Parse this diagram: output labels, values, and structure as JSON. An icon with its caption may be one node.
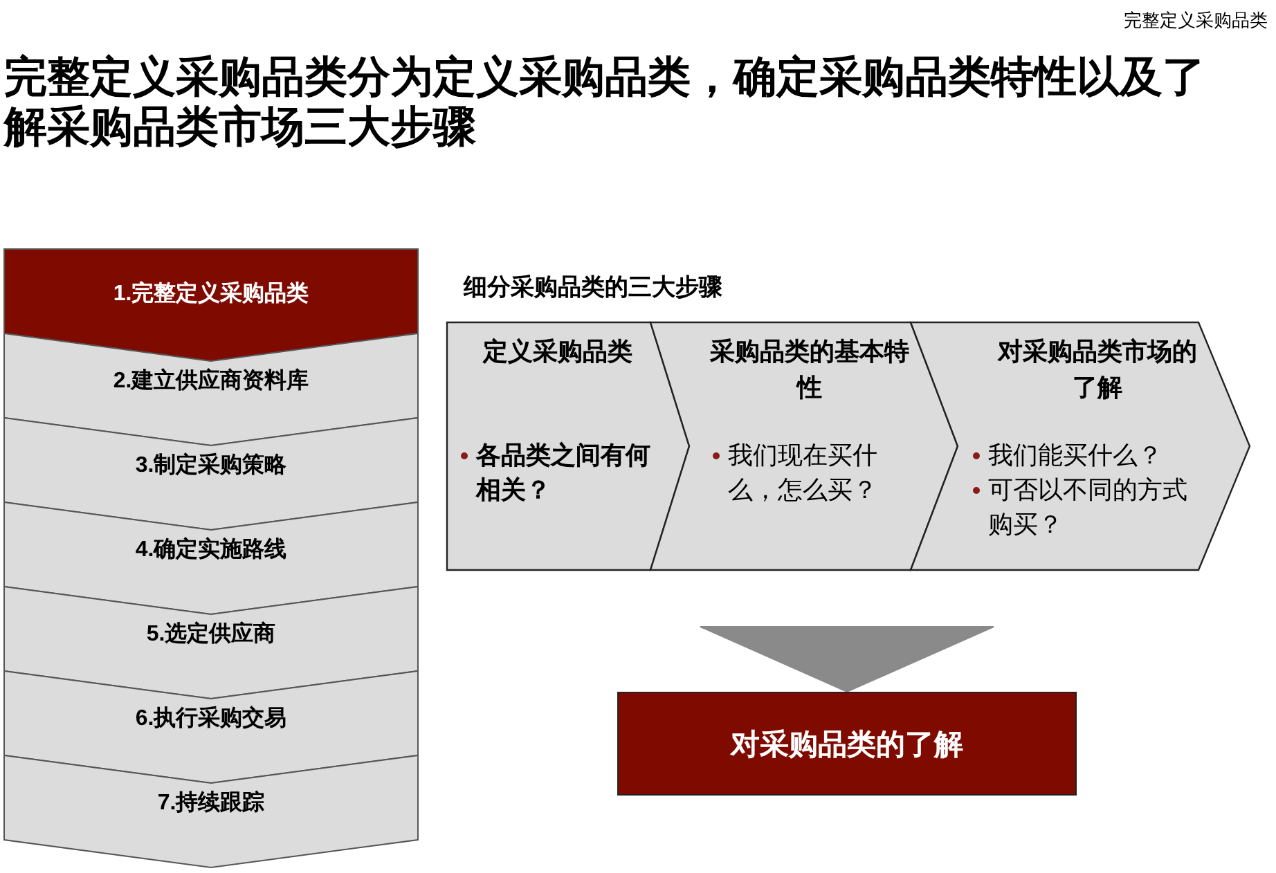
{
  "diagram": {
    "title": "完整定义采购品类分为定义采购品类，确定采购品类特性以及了解采购品类市场三大步骤",
    "nodes": [
      {
        "text": [
          "1.完整定义采购品类"
        ]
      },
      {
        "text": [
          "2.建立供应商资料库"
        ]
      },
      {
        "text": [
          "3.制定采购策略"
        ]
      },
      {
        "text": [
          "4.确定实施路线"
        ]
      },
      {
        "text": [
          "5.选定供应商"
        ]
      },
      {
        "text": [
          "6.执行采购交易"
        ]
      },
      {
        "text": [
          "7.持续跟踪"
        ]
      },
      {
        "text": [
          "定义采购品类",
          "各品类之间有何相关？"
        ]
      },
      {
        "text": [
          "采购品类的基本特性",
          "我们现在买什么，怎么买？"
        ]
      },
      {
        "text": [
          "对采购品类市场的了解",
          "我们能买什么？",
          "可否以不同的方式购买？"
        ]
      },
      {
        "text": [
          "对采购品类的了解"
        ]
      }
    ],
    "edges": [
      {
        "from": null,
        "to": 10,
        "arrow": "to"
      }
    ],
    "labels": [
      "完整定义采购品类",
      "细分采购品类的三大步骤"
    ]
  }
}
